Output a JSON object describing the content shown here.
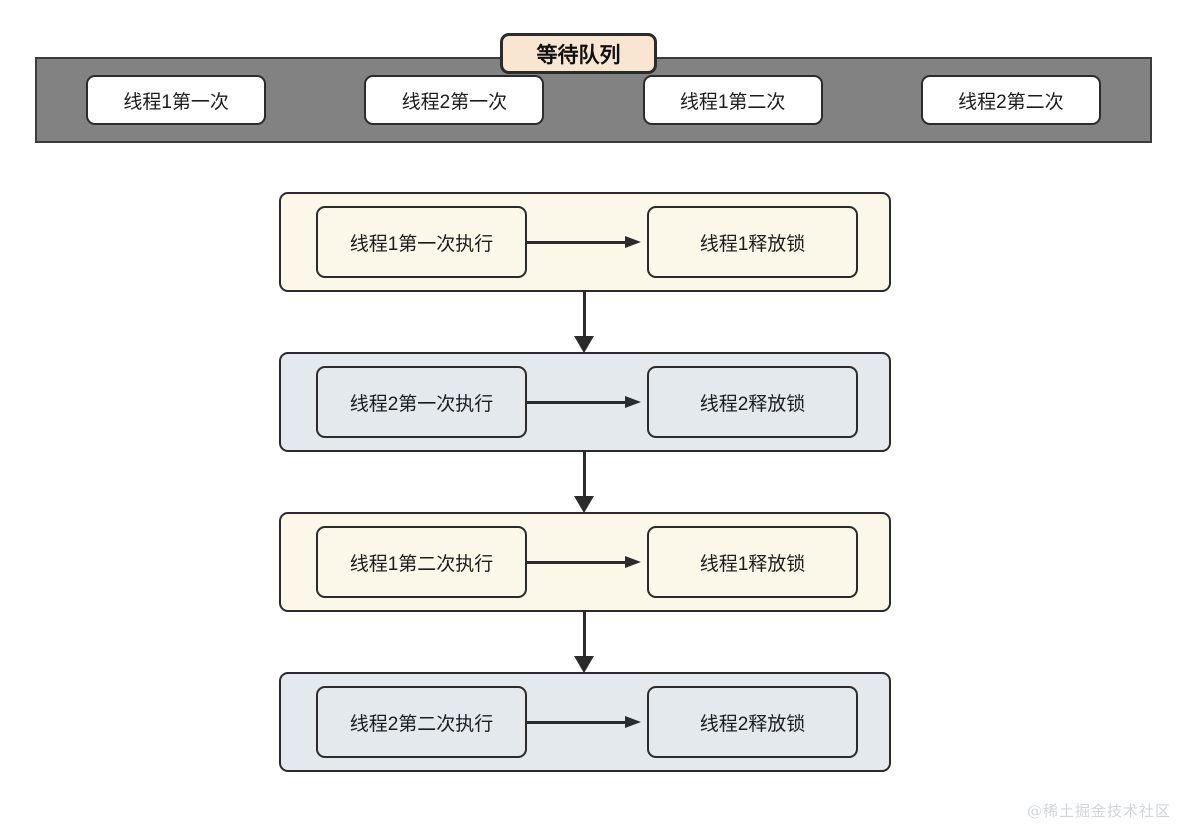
{
  "queue": {
    "title": "等待队列",
    "items": [
      {
        "label": "线程1第一次"
      },
      {
        "label": "线程2第一次"
      },
      {
        "label": "线程1第二次"
      },
      {
        "label": "线程2第二次"
      }
    ]
  },
  "flow": {
    "blocks": [
      {
        "theme": "cream",
        "execute_label": "线程1第一次执行",
        "release_label": "线程1释放锁"
      },
      {
        "theme": "steel",
        "execute_label": "线程2第一次执行",
        "release_label": "线程2释放锁"
      },
      {
        "theme": "cream",
        "execute_label": "线程1第二次执行",
        "release_label": "线程1释放锁"
      },
      {
        "theme": "steel",
        "execute_label": "线程2第二次执行",
        "release_label": "线程2释放锁"
      }
    ]
  },
  "watermark": "@稀土掘金技术社区",
  "colors": {
    "queue_bar": "#828282",
    "queue_item": "#ffffff",
    "badge": "#f8e6d2",
    "cream_block": "#fbf8e9",
    "steel_block": "#e3e9ec",
    "stroke": "#2b2b2b",
    "watermark": "#d2d6da"
  }
}
